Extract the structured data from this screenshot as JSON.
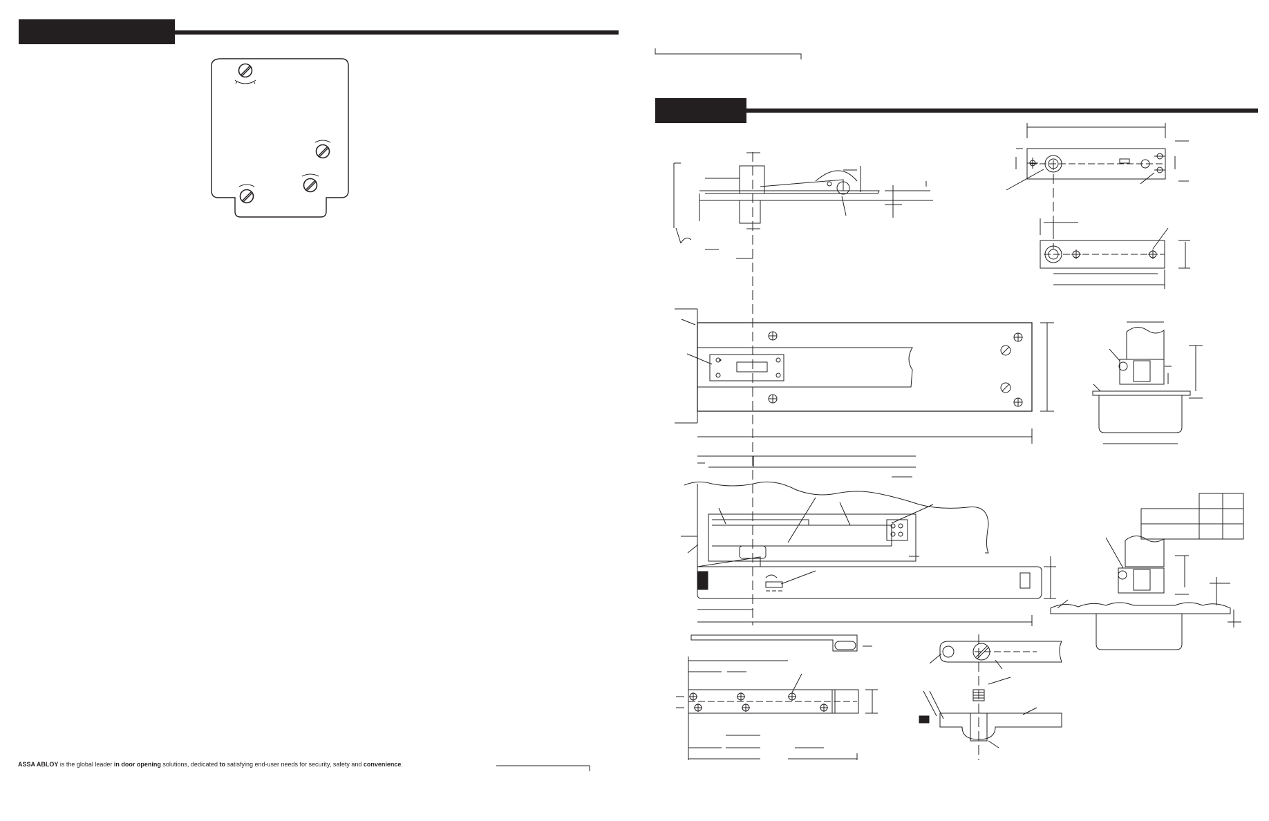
{
  "footer": {
    "tagline_brand": "ASSA ABLOY",
    "tagline_part1": " is the global leader ",
    "tagline_bold1": "in door opening",
    "tagline_part2": " solutions, dedicated ",
    "tagline_bold2": "to",
    "tagline_part3": " satisfying end-user needs for security, safety and ",
    "tagline_bold3": "convenience",
    "tagline_end": "."
  },
  "colors": {
    "ink": "#231f20",
    "paper": "#ffffff"
  },
  "icons": {
    "adjustment_screw": "slotted-screw-icon",
    "rotation_arrow": "curved-arrow-icon",
    "mounting_hole": "crosshair-hole-icon"
  }
}
